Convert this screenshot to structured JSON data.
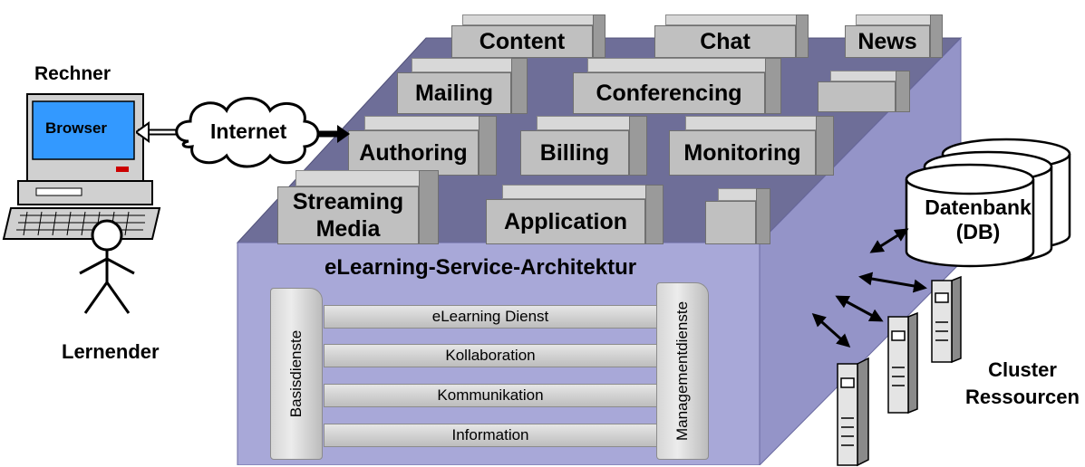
{
  "left": {
    "computer_label": "Rechner",
    "screen_label": "Browser",
    "cloud_label": "Internet",
    "person_label": "Lernender"
  },
  "architecture": {
    "title": "eLearning-Service-Architektur",
    "modules": {
      "content": "Content",
      "chat": "Chat",
      "news": "News",
      "mailing": "Mailing",
      "conferencing": "Conferencing",
      "authoring": "Authoring",
      "billing": "Billing",
      "monitoring": "Monitoring",
      "streaming_line1": "Streaming",
      "streaming_line2": "Media",
      "application": "Application"
    },
    "layers": [
      "eLearning Dienst",
      "Kollaboration",
      "Kommunikation",
      "Information"
    ],
    "left_pillar": "Basisdienste",
    "right_pillar": "Managementdienste"
  },
  "right": {
    "db_line1": "Datenbank",
    "db_line2": "(DB)",
    "cluster_line1": "Cluster",
    "cluster_line2": "Ressourcen"
  },
  "colors": {
    "box_top": "#6e6e98",
    "box_front": "#a6a6d6",
    "box_side": "#9090c4",
    "module_front": "#c0c0c0",
    "screen": "#3399ff"
  }
}
